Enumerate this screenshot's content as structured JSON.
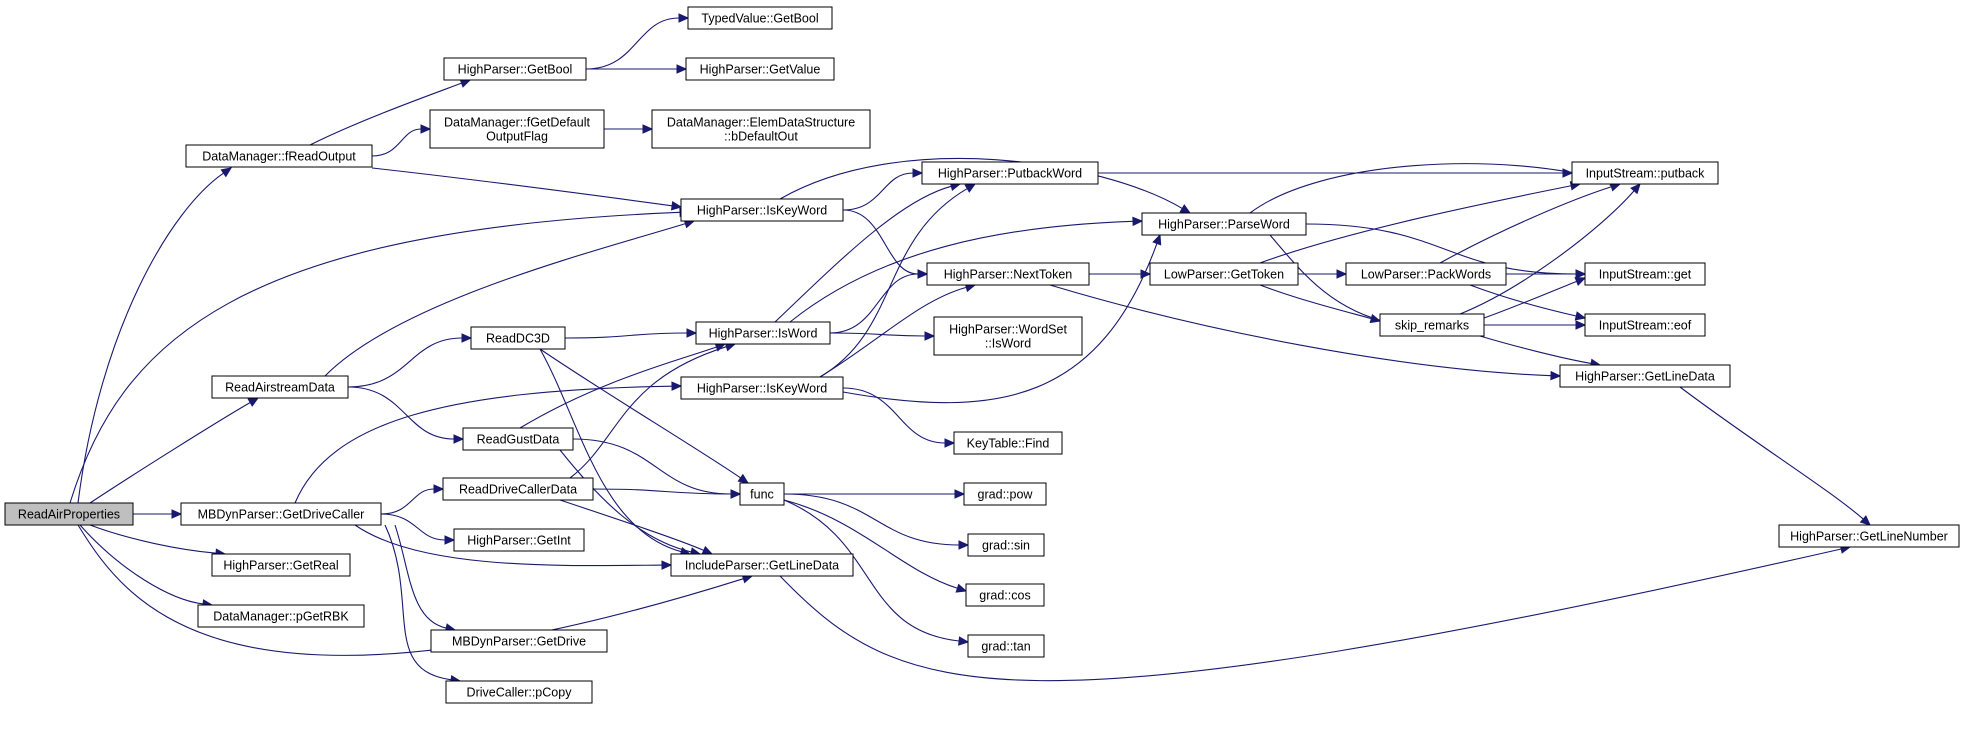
{
  "graph": {
    "title": "",
    "colors": {
      "edge": "#191970",
      "root_fill": "#bfbfbf",
      "node_fill": "#ffffff",
      "node_border": "#000000"
    },
    "nodes": [
      {
        "id": "ReadAirProperties",
        "lines": [
          "ReadAirProperties"
        ],
        "root": true
      },
      {
        "id": "DataManager_fReadOutput",
        "lines": [
          "DataManager::fReadOutput"
        ]
      },
      {
        "id": "ReadAirstreamData",
        "lines": [
          "ReadAirstreamData"
        ]
      },
      {
        "id": "MBDynParser_GetDriveCaller",
        "lines": [
          "MBDynParser::GetDriveCaller"
        ]
      },
      {
        "id": "HighParser_GetReal",
        "lines": [
          "HighParser::GetReal"
        ]
      },
      {
        "id": "DataManager_pGetRBK",
        "lines": [
          "DataManager::pGetRBK"
        ]
      },
      {
        "id": "HighParser_GetBool",
        "lines": [
          "HighParser::GetBool"
        ]
      },
      {
        "id": "DataManager_fGetDefaultOutputFlag",
        "lines": [
          "DataManager::fGetDefault",
          "OutputFlag"
        ]
      },
      {
        "id": "TypedValue_GetBool",
        "lines": [
          "TypedValue::GetBool"
        ]
      },
      {
        "id": "HighParser_GetValue",
        "lines": [
          "HighParser::GetValue"
        ]
      },
      {
        "id": "DataManager_ElemDataStructure_bDefaultOut",
        "lines": [
          "DataManager::ElemDataStructure",
          "::bDefaultOut"
        ]
      },
      {
        "id": "HighParser_IsKeyWord_1",
        "lines": [
          "HighParser::IsKeyWord"
        ]
      },
      {
        "id": "ReadDC3D",
        "lines": [
          "ReadDC3D"
        ]
      },
      {
        "id": "ReadGustData",
        "lines": [
          "ReadGustData"
        ]
      },
      {
        "id": "ReadDriveCallerData",
        "lines": [
          "ReadDriveCallerData"
        ]
      },
      {
        "id": "HighParser_GetInt",
        "lines": [
          "HighParser::GetInt"
        ]
      },
      {
        "id": "MBDynParser_GetDrive",
        "lines": [
          "MBDynParser::GetDrive"
        ]
      },
      {
        "id": "DriveCaller_pCopy",
        "lines": [
          "DriveCaller::pCopy"
        ]
      },
      {
        "id": "HighParser_IsWord",
        "lines": [
          "HighParser::IsWord"
        ]
      },
      {
        "id": "HighParser_IsKeyWord_2",
        "lines": [
          "HighParser::IsKeyWord"
        ]
      },
      {
        "id": "IncludeParser_GetLineData",
        "lines": [
          "IncludeParser::GetLineData"
        ]
      },
      {
        "id": "func",
        "lines": [
          "func"
        ]
      },
      {
        "id": "HighParser_PutbackWord",
        "lines": [
          "HighParser::PutbackWord"
        ]
      },
      {
        "id": "HighParser_NextToken",
        "lines": [
          "HighParser::NextToken"
        ]
      },
      {
        "id": "HighParser_WordSet_IsWord",
        "lines": [
          "HighParser::WordSet",
          "::IsWord"
        ]
      },
      {
        "id": "KeyTable_Find",
        "lines": [
          "KeyTable::Find"
        ]
      },
      {
        "id": "grad_pow",
        "lines": [
          "grad::pow"
        ]
      },
      {
        "id": "grad_sin",
        "lines": [
          "grad::sin"
        ]
      },
      {
        "id": "grad_cos",
        "lines": [
          "grad::cos"
        ]
      },
      {
        "id": "grad_tan",
        "lines": [
          "grad::tan"
        ]
      },
      {
        "id": "HighParser_ParseWord",
        "lines": [
          "HighParser::ParseWord"
        ]
      },
      {
        "id": "LowParser_GetToken",
        "lines": [
          "LowParser::GetToken"
        ]
      },
      {
        "id": "LowParser_PackWords",
        "lines": [
          "LowParser::PackWords"
        ]
      },
      {
        "id": "skip_remarks",
        "lines": [
          "skip_remarks"
        ]
      },
      {
        "id": "InputStream_putback",
        "lines": [
          "InputStream::putback"
        ]
      },
      {
        "id": "InputStream_get",
        "lines": [
          "InputStream::get"
        ]
      },
      {
        "id": "InputStream_eof",
        "lines": [
          "InputStream::eof"
        ]
      },
      {
        "id": "HighParser_GetLineData",
        "lines": [
          "HighParser::GetLineData"
        ]
      },
      {
        "id": "HighParser_GetLineNumber",
        "lines": [
          "HighParser::GetLineNumber"
        ]
      }
    ],
    "edges": [
      {
        "from": "ReadAirProperties",
        "to": "DataManager_fReadOutput"
      },
      {
        "from": "ReadAirProperties",
        "to": "ReadAirstreamData"
      },
      {
        "from": "ReadAirProperties",
        "to": "MBDynParser_GetDriveCaller"
      },
      {
        "from": "ReadAirProperties",
        "to": "HighParser_GetReal"
      },
      {
        "from": "ReadAirProperties",
        "to": "DataManager_pGetRBK"
      },
      {
        "from": "ReadAirProperties",
        "to": "HighParser_IsKeyWord_1"
      },
      {
        "from": "ReadAirProperties",
        "to": "IncludeParser_GetLineData"
      },
      {
        "from": "DataManager_fReadOutput",
        "to": "HighParser_GetBool"
      },
      {
        "from": "DataManager_fReadOutput",
        "to": "DataManager_fGetDefaultOutputFlag"
      },
      {
        "from": "DataManager_fReadOutput",
        "to": "HighParser_IsKeyWord_1"
      },
      {
        "from": "HighParser_GetBool",
        "to": "TypedValue_GetBool"
      },
      {
        "from": "HighParser_GetBool",
        "to": "HighParser_GetValue"
      },
      {
        "from": "DataManager_fGetDefaultOutputFlag",
        "to": "DataManager_ElemDataStructure_bDefaultOut"
      },
      {
        "from": "ReadAirstreamData",
        "to": "HighParser_IsKeyWord_1"
      },
      {
        "from": "ReadAirstreamData",
        "to": "ReadDC3D"
      },
      {
        "from": "ReadAirstreamData",
        "to": "ReadGustData"
      },
      {
        "from": "MBDynParser_GetDriveCaller",
        "to": "ReadDriveCallerData"
      },
      {
        "from": "MBDynParser_GetDriveCaller",
        "to": "HighParser_GetInt"
      },
      {
        "from": "MBDynParser_GetDriveCaller",
        "to": "MBDynParser_GetDrive"
      },
      {
        "from": "MBDynParser_GetDriveCaller",
        "to": "DriveCaller_pCopy"
      },
      {
        "from": "MBDynParser_GetDriveCaller",
        "to": "IncludeParser_GetLineData"
      },
      {
        "from": "MBDynParser_GetDriveCaller",
        "to": "HighParser_IsKeyWord_2"
      },
      {
        "from": "ReadDC3D",
        "to": "HighParser_IsWord"
      },
      {
        "from": "ReadDC3D",
        "to": "func"
      },
      {
        "from": "ReadDC3D",
        "to": "IncludeParser_GetLineData"
      },
      {
        "from": "ReadGustData",
        "to": "HighParser_IsWord"
      },
      {
        "from": "ReadGustData",
        "to": "func"
      },
      {
        "from": "ReadGustData",
        "to": "IncludeParser_GetLineData"
      },
      {
        "from": "ReadDriveCallerData",
        "to": "HighParser_IsWord"
      },
      {
        "from": "ReadDriveCallerData",
        "to": "func"
      },
      {
        "from": "ReadDriveCallerData",
        "to": "IncludeParser_GetLineData"
      },
      {
        "from": "HighParser_IsKeyWord_1",
        "to": "HighParser_PutbackWord"
      },
      {
        "from": "HighParser_IsKeyWord_1",
        "to": "HighParser_NextToken"
      },
      {
        "from": "HighParser_IsKeyWord_1",
        "to": "HighParser_ParseWord"
      },
      {
        "from": "HighParser_IsWord",
        "to": "HighParser_PutbackWord"
      },
      {
        "from": "HighParser_IsWord",
        "to": "HighParser_NextToken"
      },
      {
        "from": "HighParser_IsWord",
        "to": "HighParser_ParseWord"
      },
      {
        "from": "HighParser_IsWord",
        "to": "HighParser_WordSet_IsWord"
      },
      {
        "from": "HighParser_IsKeyWord_2",
        "to": "HighParser_PutbackWord"
      },
      {
        "from": "HighParser_IsKeyWord_2",
        "to": "HighParser_NextToken"
      },
      {
        "from": "HighParser_IsKeyWord_2",
        "to": "HighParser_ParseWord"
      },
      {
        "from": "HighParser_IsKeyWord_2",
        "to": "KeyTable_Find"
      },
      {
        "from": "IncludeParser_GetLineData",
        "to": "HighParser_GetLineNumber"
      },
      {
        "from": "func",
        "to": "grad_pow"
      },
      {
        "from": "func",
        "to": "grad_sin"
      },
      {
        "from": "func",
        "to": "grad_cos"
      },
      {
        "from": "func",
        "to": "grad_tan"
      },
      {
        "from": "HighParser_PutbackWord",
        "to": "InputStream_putback"
      },
      {
        "from": "HighParser_NextToken",
        "to": "LowParser_GetToken"
      },
      {
        "from": "HighParser_NextToken",
        "to": "HighParser_GetLineData"
      },
      {
        "from": "HighParser_ParseWord",
        "to": "InputStream_putback"
      },
      {
        "from": "HighParser_ParseWord",
        "to": "InputStream_get"
      },
      {
        "from": "HighParser_ParseWord",
        "to": "skip_remarks"
      },
      {
        "from": "LowParser_GetToken",
        "to": "LowParser_PackWords"
      },
      {
        "from": "LowParser_GetToken",
        "to": "skip_remarks"
      },
      {
        "from": "LowParser_GetToken",
        "to": "InputStream_putback"
      },
      {
        "from": "LowParser_PackWords",
        "to": "InputStream_putback"
      },
      {
        "from": "LowParser_PackWords",
        "to": "InputStream_get"
      },
      {
        "from": "LowParser_PackWords",
        "to": "InputStream_eof"
      },
      {
        "from": "skip_remarks",
        "to": "InputStream_putback"
      },
      {
        "from": "skip_remarks",
        "to": "InputStream_get"
      },
      {
        "from": "skip_remarks",
        "to": "InputStream_eof"
      },
      {
        "from": "skip_remarks",
        "to": "HighParser_GetLineData"
      },
      {
        "from": "HighParser_GetLineData",
        "to": "HighParser_GetLineNumber"
      }
    ]
  }
}
